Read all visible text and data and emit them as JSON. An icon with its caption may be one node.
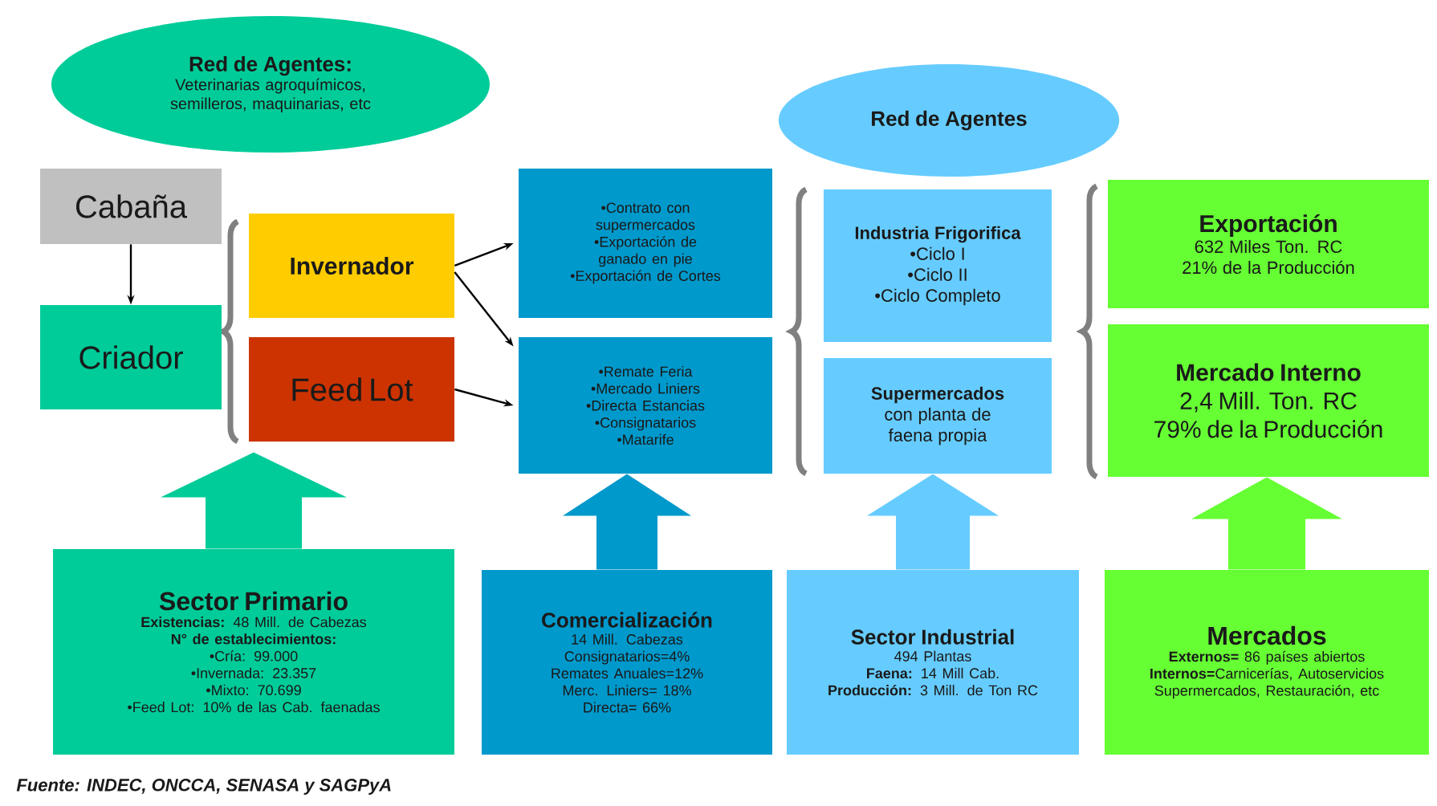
{
  "diagram": {
    "nodes": [
      {
        "text": [
          "Red de Agentes:",
          "Veterinarias agroquímicos, semilleros, maquinarias, etc"
        ]
      },
      {
        "text": [
          "Cabaña"
        ]
      },
      {
        "text": [
          "Criador"
        ]
      },
      {
        "text": [
          "Invernador"
        ]
      },
      {
        "text": [
          "Feed Lot"
        ]
      },
      {
        "text": [
          "•Contrato con supermercados",
          "•Exportación de ganado en pie",
          "•Exportación de Cortes"
        ]
      },
      {
        "text": [
          "•Remate Feria",
          "•Mercado Liniers",
          "•Directa Estancias",
          "•Consignatarios",
          "•Matarife"
        ]
      },
      {
        "text": [
          "Red de Agentes"
        ]
      },
      {
        "text": [
          "Industria Frigorifica",
          "•Ciclo I",
          "•Ciclo II",
          "•Ciclo Completo"
        ]
      },
      {
        "text": [
          "Supermercados",
          "con planta de faena propia"
        ]
      },
      {
        "text": [
          "Exportación",
          "632 Miles Ton. RC",
          "21% de la Producción"
        ]
      },
      {
        "text": [
          "Mercado Interno",
          "2,4 Mill. Ton. RC",
          "79% de la Producción"
        ]
      },
      {
        "text": [
          "Sector Primario",
          "**Existencias:** 48 Mill. de Cabezas",
          "N° de establecimientos:",
          "•Cría: 99.000",
          "•Invernada: 23.357",
          "•Mixto: 70.699",
          "•Feed Lot: 10% de las Cab. faenadas"
        ]
      },
      {
        "text": [
          "Comercialización",
          "14 Mill. Cabezas",
          "Consignatarios=4%",
          "Remates Anuales=12%",
          "Merc. Liniers= 18%",
          "Directa= 66%"
        ]
      },
      {
        "text": [
          "Sector Industrial",
          "494 Plantas",
          "**Faena:** 14 Mill Cab.",
          "**Producción:** 3 Mill. de Ton RC"
        ]
      },
      {
        "text": [
          "Mercados",
          "**Externos=** 86 países abiertos",
          "**Internos=**Carnicerías, Autoservicios Supermercados, Restauración, etc"
        ]
      }
    ],
    "edges": [
      {
        "from": 1,
        "to": 2,
        "arrow": "to"
      },
      {
        "from": 3,
        "to": 5,
        "arrow": "to"
      },
      {
        "from": 3,
        "to": 6,
        "arrow": "to"
      },
      {
        "from": 4,
        "to": 6,
        "arrow": "to"
      },
      {
        "from": 12,
        "to": null,
        "arrow": "to",
        "style": "thick",
        "color": "#00cc99"
      },
      {
        "from": 13,
        "to": 6,
        "arrow": "to",
        "style": "thick",
        "color": "#0099cc"
      },
      {
        "from": 14,
        "to": 9,
        "arrow": "to",
        "style": "thick",
        "color": "#66ccff"
      },
      {
        "from": 15,
        "to": 11,
        "arrow": "to",
        "style": "thick",
        "color": "#66ff33"
      }
    ],
    "labels": [
      "Fuente: INDEC, ONCCA, SENASA y SAGPyA"
    ]
  }
}
